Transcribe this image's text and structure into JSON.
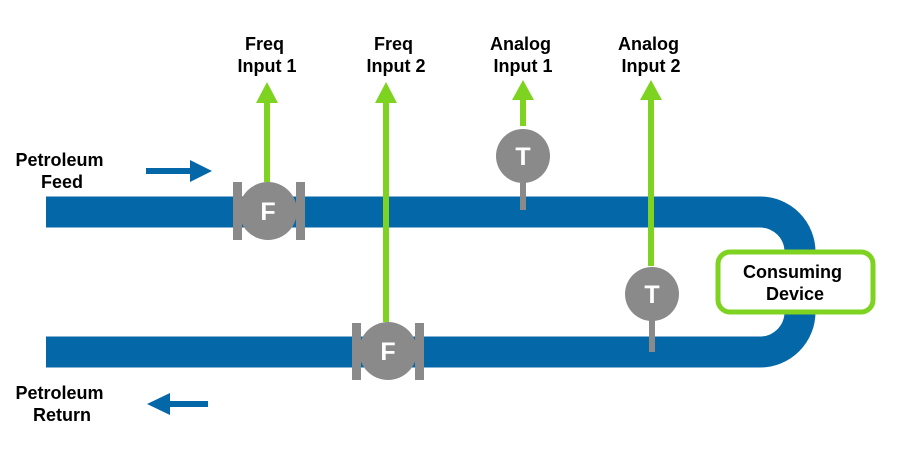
{
  "diagram": {
    "colors": {
      "pipe": "#0467a8",
      "signal": "#7ed321",
      "instrument": "#8a8a8a",
      "device_border": "#7ed321",
      "text": "#000000"
    },
    "flows": {
      "feed": {
        "label_line1": "Petroleum",
        "label_line2": "Feed",
        "direction": "right"
      },
      "return": {
        "label_line1": "Petroleum",
        "label_line2": "Return",
        "direction": "left"
      }
    },
    "inputs": [
      {
        "line1": "Freq",
        "line2": "Input 1",
        "instrument": "flow-meter",
        "symbol": "F",
        "pipe": "feed"
      },
      {
        "line1": "Freq",
        "line2": "Input 2",
        "instrument": "flow-meter",
        "symbol": "F",
        "pipe": "return"
      },
      {
        "line1": "Analog",
        "line2": "Input 1",
        "instrument": "temperature-sensor",
        "symbol": "T",
        "pipe": "feed"
      },
      {
        "line1": "Analog",
        "line2": "Input 2",
        "instrument": "temperature-sensor",
        "symbol": "T",
        "pipe": "return"
      }
    ],
    "device": {
      "line1": "Consuming",
      "line2": "Device"
    }
  }
}
